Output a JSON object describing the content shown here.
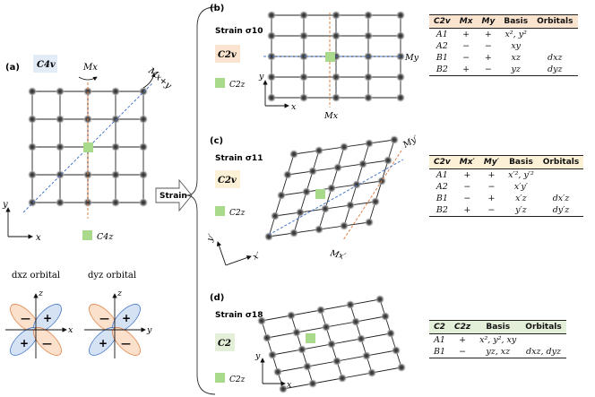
{
  "panel_a": {
    "label": "(a)",
    "group": "C4v",
    "mirror_x": "Mx",
    "mirror_diag": "Mx+y",
    "axis_y": "y",
    "axis_x": "x",
    "rot_label": "C4z",
    "orbital_dxz": "dxz orbital",
    "orbital_dyz": "dyz orbital",
    "orb_axis_z": "z",
    "orb_axis_x": "x",
    "orb_axis_y": "y"
  },
  "arrow_label": "Strain",
  "panel_b": {
    "label": "(b)",
    "strain": "Strain σ10",
    "group": "C2v",
    "rot_label": "C2z",
    "mirror_y": "My",
    "mirror_x": "Mx",
    "axis_y": "y",
    "axis_x": "x",
    "table": {
      "headers": [
        "C2v",
        "Mx",
        "My",
        "Basis",
        "Orbitals"
      ],
      "rows": [
        [
          "A1",
          "+",
          "+",
          "x², y²",
          ""
        ],
        [
          "A2",
          "−",
          "−",
          "xy",
          ""
        ],
        [
          "B1",
          "−",
          "+",
          "xz",
          "dxz"
        ],
        [
          "B2",
          "+",
          "−",
          "yz",
          "dyz"
        ]
      ]
    }
  },
  "panel_c": {
    "label": "(c)",
    "strain": "Strain σ11",
    "group": "C2v",
    "rot_label": "C2z",
    "mirror_y": "My′",
    "mirror_x": "Mx′",
    "axis_y": "y′",
    "axis_x": "x′",
    "table": {
      "headers": [
        "C2v",
        "Mx′",
        "My′",
        "Basis",
        "Orbitals"
      ],
      "rows": [
        [
          "A1",
          "+",
          "+",
          "x′², y′²",
          ""
        ],
        [
          "A2",
          "−",
          "−",
          "x′y′",
          ""
        ],
        [
          "B1",
          "−",
          "+",
          "x′z",
          "dx′z"
        ],
        [
          "B2",
          "+",
          "−",
          "y′z",
          "dy′z"
        ]
      ]
    }
  },
  "panel_d": {
    "label": "(d)",
    "strain": "Strain σ18",
    "group": "C2",
    "rot_label": "C2z",
    "axis_y": "y",
    "axis_x": "x",
    "table": {
      "headers": [
        "C2",
        "C2z",
        "Basis",
        "Orbitals"
      ],
      "rows": [
        [
          "A1",
          "+",
          "x², y², xy",
          ""
        ],
        [
          "B1",
          "−",
          "yz, xz",
          "dxz, dyz"
        ]
      ]
    }
  },
  "colors": {
    "node": "#555555",
    "green": "#a9d98b",
    "orange_line": "#e0804a",
    "blue_line": "#4a78c8",
    "lobe_orange": "#fbe1cc",
    "lobe_blue": "#d5e2f4"
  }
}
